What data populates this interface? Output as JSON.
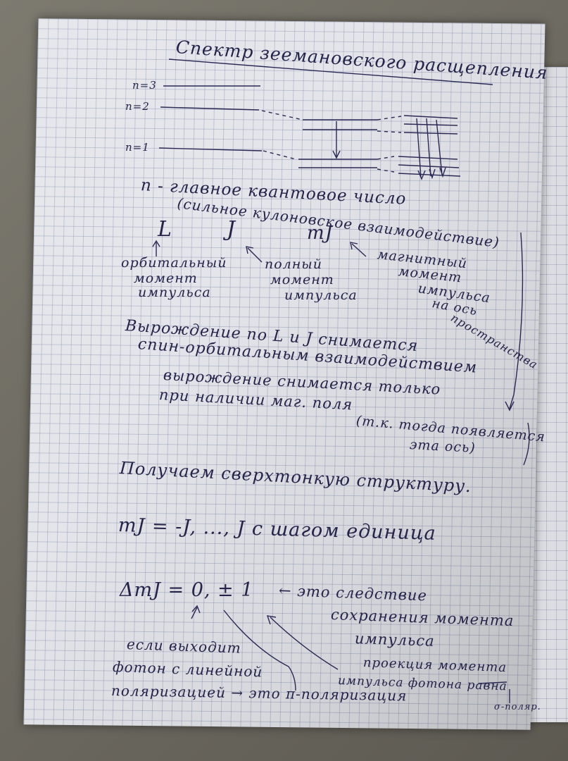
{
  "title": "Спектр зеемановского расщепления",
  "levels": [
    "n=3",
    "n=2",
    "n=1"
  ],
  "principal_number": "n - главное квантовое число",
  "principal_note": "(сильное кулоновское взаимодействие)",
  "quantum_numbers": {
    "L": "L",
    "J": "J",
    "mJ": "mJ"
  },
  "labels": {
    "orbital": [
      "орбитальный",
      "момент",
      "импульса"
    ],
    "total": [
      "полный",
      "момент",
      "импульса"
    ],
    "projection": [
      "магнитный",
      "момент",
      "импульса",
      "на ось",
      "пространства"
    ]
  },
  "degeneracy1": [
    "Вырождение по L и J снимается",
    "спин-орбитальным взаимодействием"
  ],
  "degeneracy2": [
    "вырождение снимается только",
    "при наличии маг. поля",
    "(т.к. тогда появляется",
    "эта ось)"
  ],
  "hyperfine": "Получаем сверхтонкую структуру.",
  "mj_formula": "mJ = -J, ..., J  с шагом единица",
  "selection_rule": "ΔmJ = 0, ± 1",
  "conservation": [
    "← это следствие",
    "сохранения момента",
    "импульса"
  ],
  "photon_left": [
    "если выходит",
    "фотон с линейной",
    "поляризацией → это π-поляризация"
  ],
  "photon_right": [
    "проекция момента",
    "импульса фотона равна"
  ],
  "sigma_note": "σ-поляр."
}
